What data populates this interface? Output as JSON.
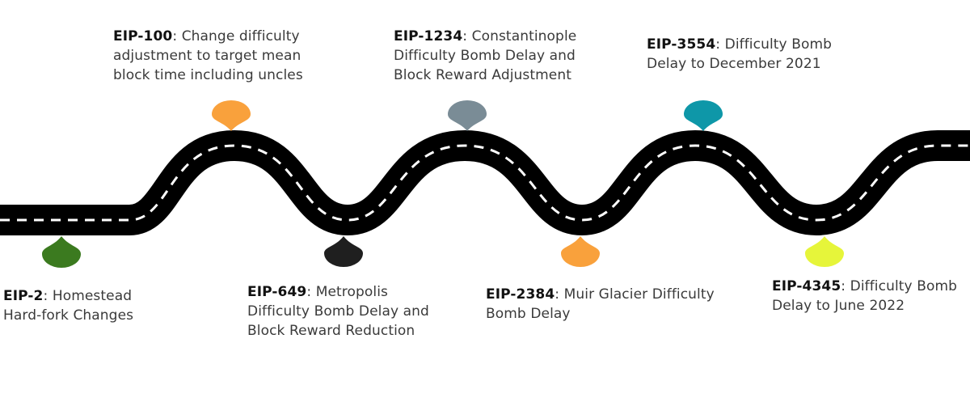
{
  "road": {
    "asphalt_color": "#000000",
    "dash_color": "#ffffff"
  },
  "milestones": [
    {
      "code": "EIP-2",
      "separator": ": ",
      "text": "Homestead Hard-fork Changes",
      "pin_color": "#3b7a1f",
      "position": "below"
    },
    {
      "code": "EIP-100",
      "separator": ": ",
      "text": "Change difficulty adjustment to target mean block time including uncles",
      "pin_color": "#f9a13c",
      "position": "above"
    },
    {
      "code": "EIP-649",
      "separator": ": ",
      "text": "Metropolis Difficulty Bomb Delay and Block Reward Reduction",
      "pin_color": "#1f1f1f",
      "position": "below"
    },
    {
      "code": "EIP-1234",
      "separator": ": ",
      "text": "Constantinople Difficulty Bomb Delay and Block Reward Adjustment",
      "pin_color": "#7a8c96",
      "position": "above"
    },
    {
      "code": "EIP-2384",
      "separator": ": ",
      "text": "Muir Glacier Difficulty Bomb Delay",
      "pin_color": "#f9a13c",
      "position": "below"
    },
    {
      "code": "EIP-3554",
      "separator": ": ",
      "text": "Difficulty Bomb Delay to December 2021",
      "pin_color": "#0e97a8",
      "position": "above"
    },
    {
      "code": "EIP-4345",
      "separator": ": ",
      "text": "Difficulty Bomb Delay to June 2022",
      "pin_color": "#e6f53a",
      "position": "below"
    }
  ]
}
